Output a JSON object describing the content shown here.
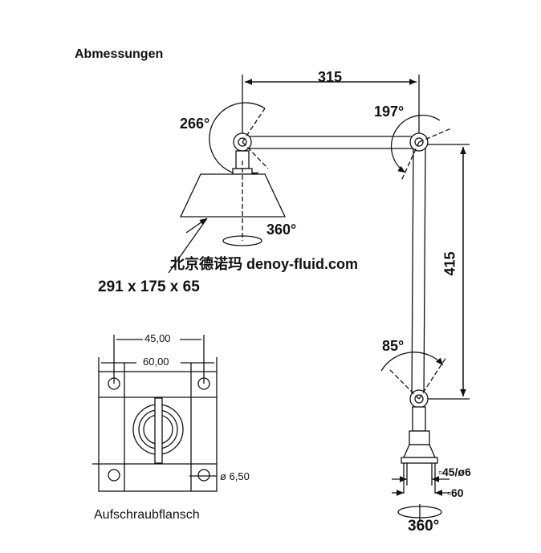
{
  "title": "Abmessungen",
  "dimensions": {
    "arm_length": "315",
    "arm_height": "415",
    "angle_top_left": "266°",
    "angle_top_right": "197°",
    "angle_lower": "85°",
    "angle_hood_rotation": "360°",
    "angle_base_rotation": "360°",
    "hood_size": "291 x 175 x 65",
    "base_inner": "▫45/ø6",
    "base_outer": "▫60"
  },
  "flange": {
    "label": "Aufschraubflansch",
    "hole_spacing": "45,00",
    "width": "60,00",
    "hole_diameter": "ø 6,50"
  },
  "watermark": "北京德诺玛 denoy-fluid.com"
}
